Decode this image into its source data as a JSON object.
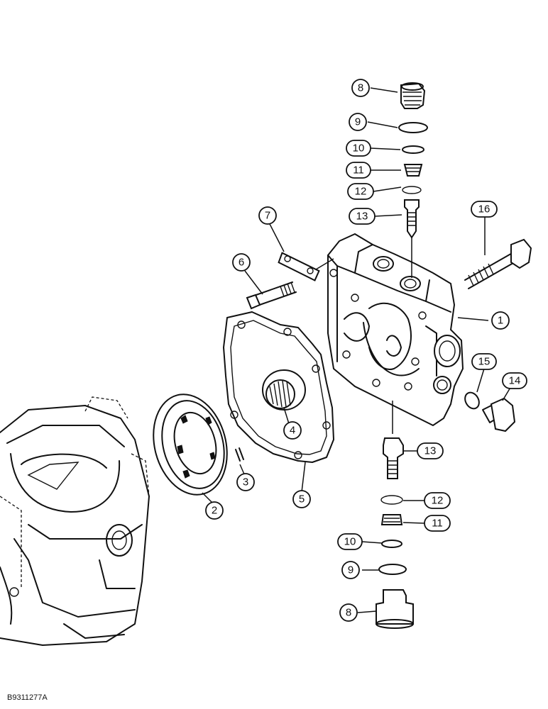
{
  "figure_id": "B9311277A",
  "callouts": [
    {
      "id": "c8-top",
      "label": "8"
    },
    {
      "id": "c9-top",
      "label": "9"
    },
    {
      "id": "c10-top",
      "label": "10"
    },
    {
      "id": "c11-top",
      "label": "11"
    },
    {
      "id": "c12-top",
      "label": "12"
    },
    {
      "id": "c13-top",
      "label": "13"
    },
    {
      "id": "c16",
      "label": "16"
    },
    {
      "id": "c7",
      "label": "7"
    },
    {
      "id": "c6",
      "label": "6"
    },
    {
      "id": "c1",
      "label": "1"
    },
    {
      "id": "c15",
      "label": "15"
    },
    {
      "id": "c14",
      "label": "14"
    },
    {
      "id": "c4",
      "label": "4"
    },
    {
      "id": "c3",
      "label": "3"
    },
    {
      "id": "c2",
      "label": "2"
    },
    {
      "id": "c5",
      "label": "5"
    },
    {
      "id": "c13-bot",
      "label": "13"
    },
    {
      "id": "c12-bot",
      "label": "12"
    },
    {
      "id": "c11-bot",
      "label": "11"
    },
    {
      "id": "c10-bot",
      "label": "10"
    },
    {
      "id": "c9-bot",
      "label": "9"
    },
    {
      "id": "c8-bot",
      "label": "8"
    }
  ]
}
